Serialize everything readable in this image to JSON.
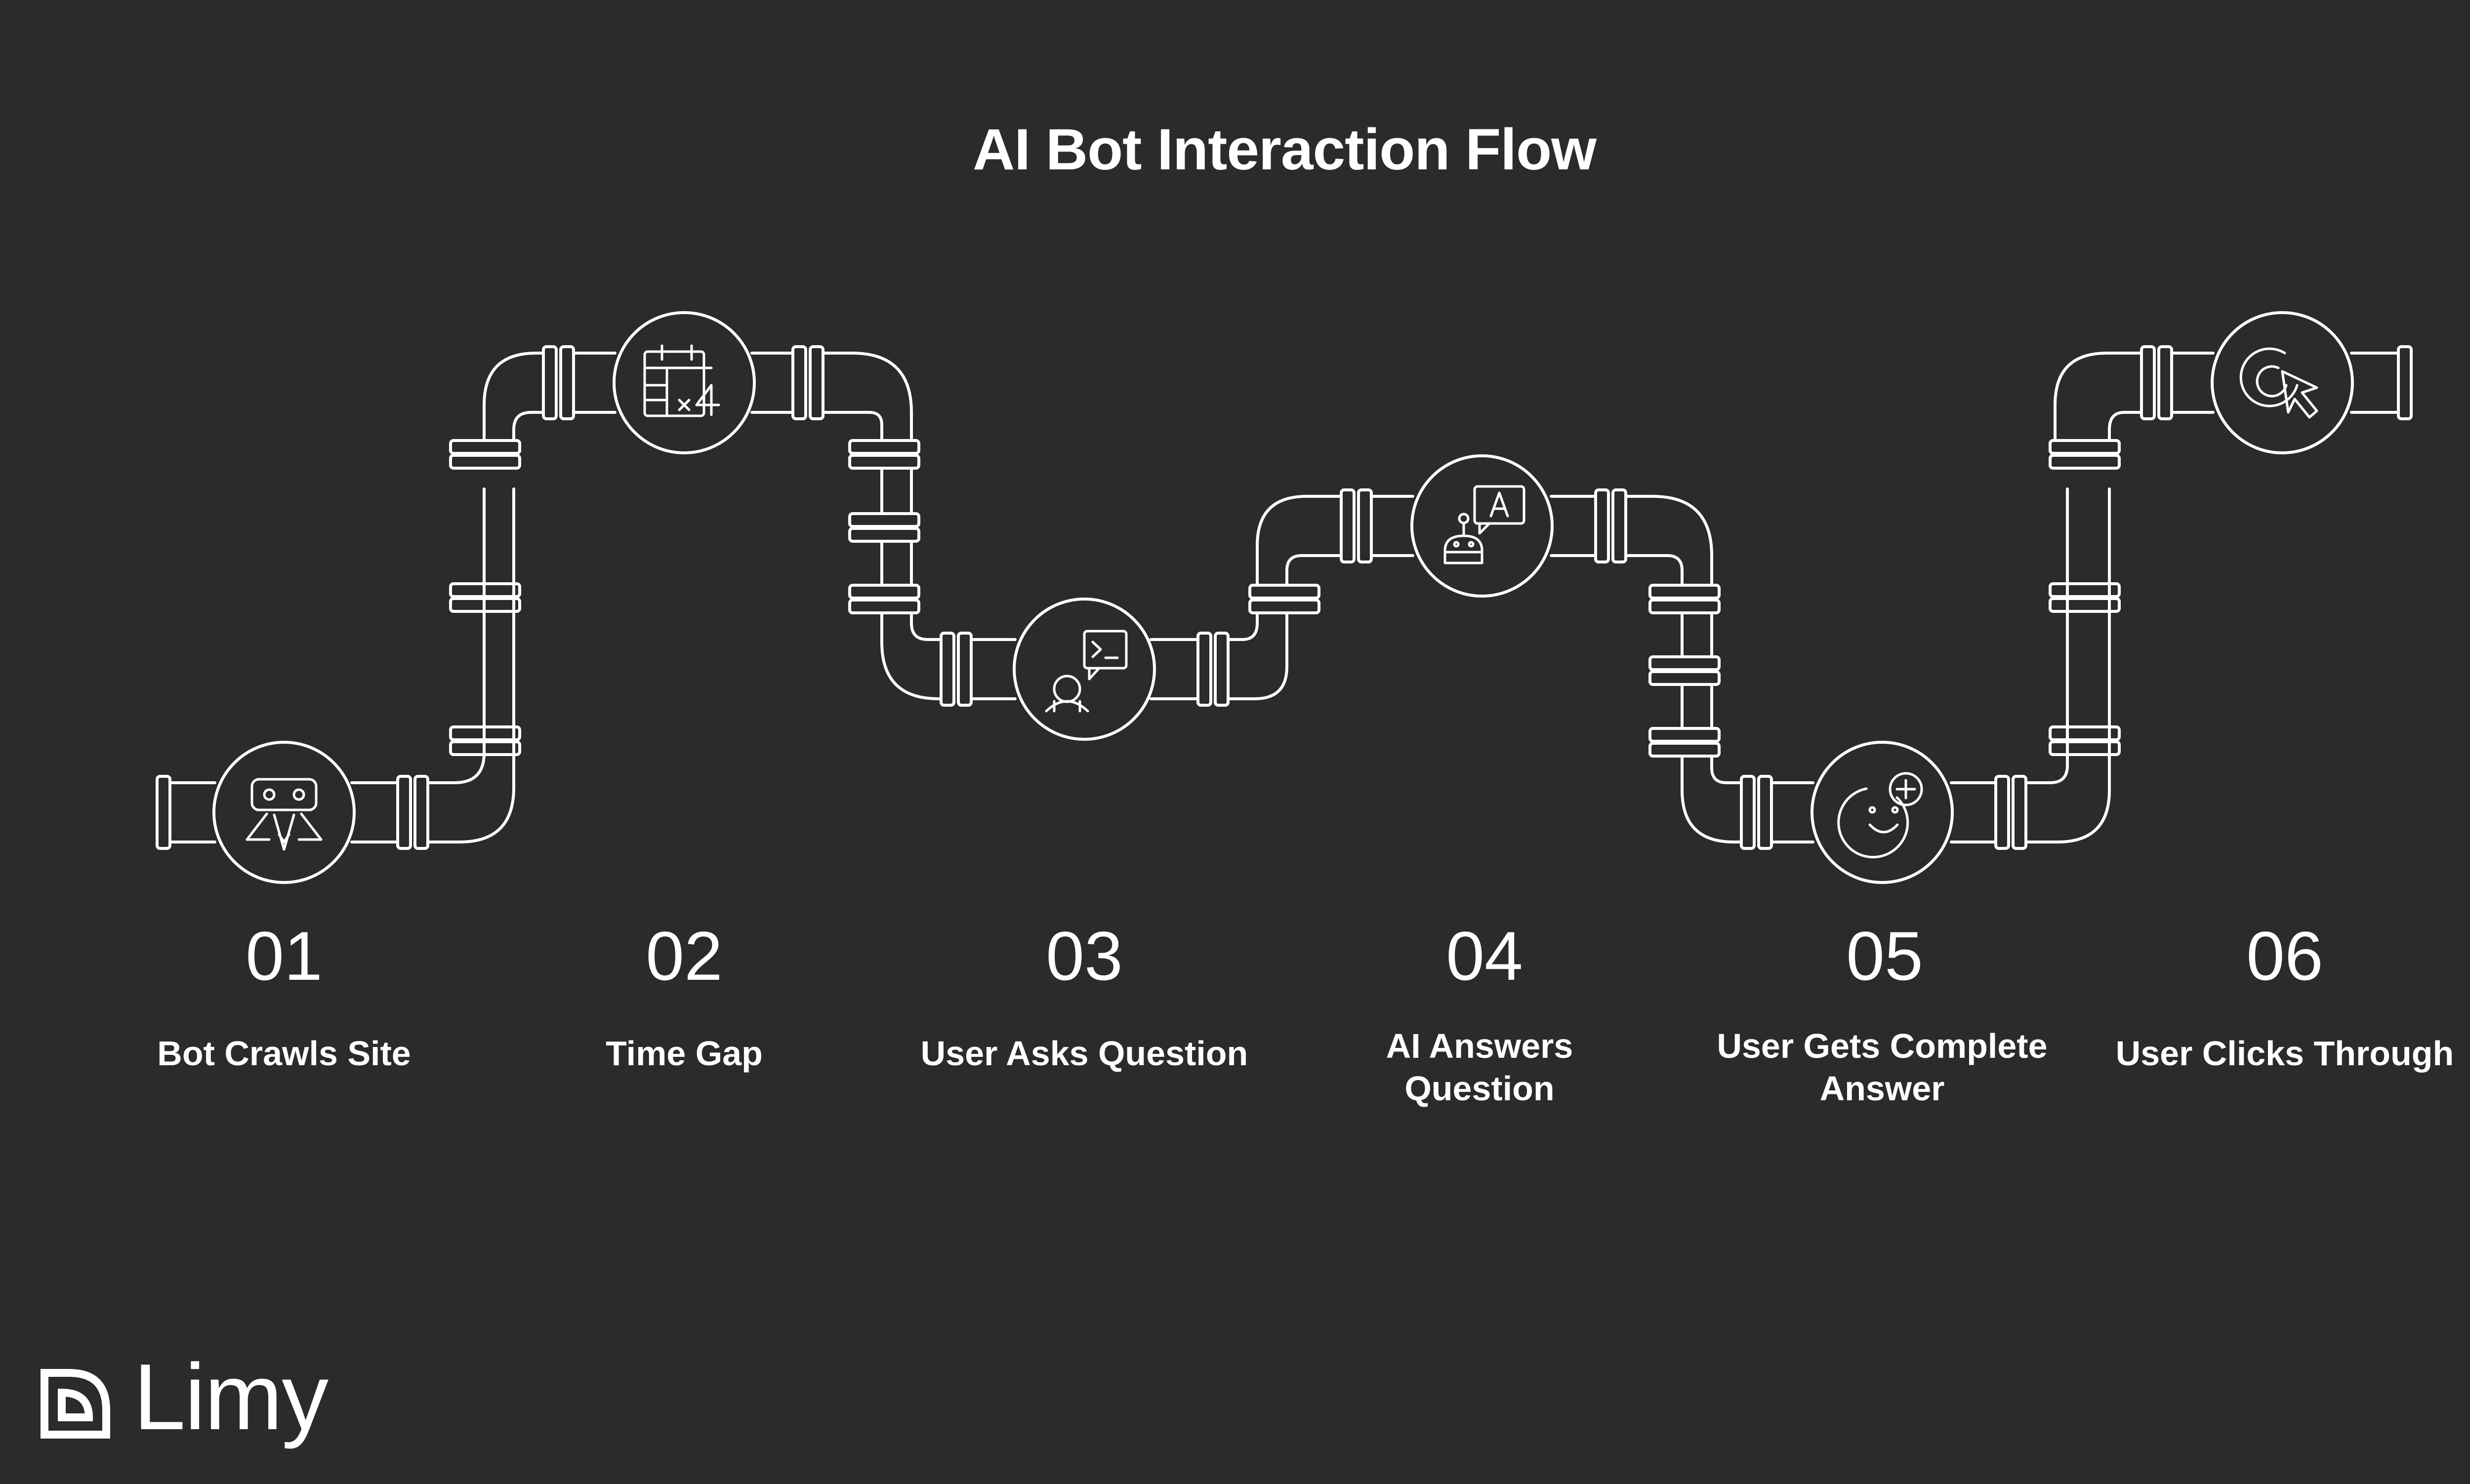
{
  "title": "AI Bot Interaction Flow",
  "steps": [
    {
      "number": "01",
      "label": "Bot Crawls Site",
      "icon": "robot-icon"
    },
    {
      "number": "02",
      "label": "Time Gap",
      "icon": "calendar-x4-icon"
    },
    {
      "number": "03",
      "label": "User Asks Question",
      "icon": "user-terminal-chat-icon"
    },
    {
      "number": "04",
      "label": "AI Answers Question",
      "icon": "bot-answer-chat-icon"
    },
    {
      "number": "05",
      "label": "User Gets Complete Answer",
      "icon": "smiley-plus-icon"
    },
    {
      "number": "06",
      "label": "User Clicks Through",
      "icon": "cursor-click-icon"
    }
  ],
  "brand": {
    "name": "Limy",
    "logo_icon": "limy-logo-icon"
  },
  "colors": {
    "background": "#2b2b2b",
    "line": "#ffffff"
  }
}
